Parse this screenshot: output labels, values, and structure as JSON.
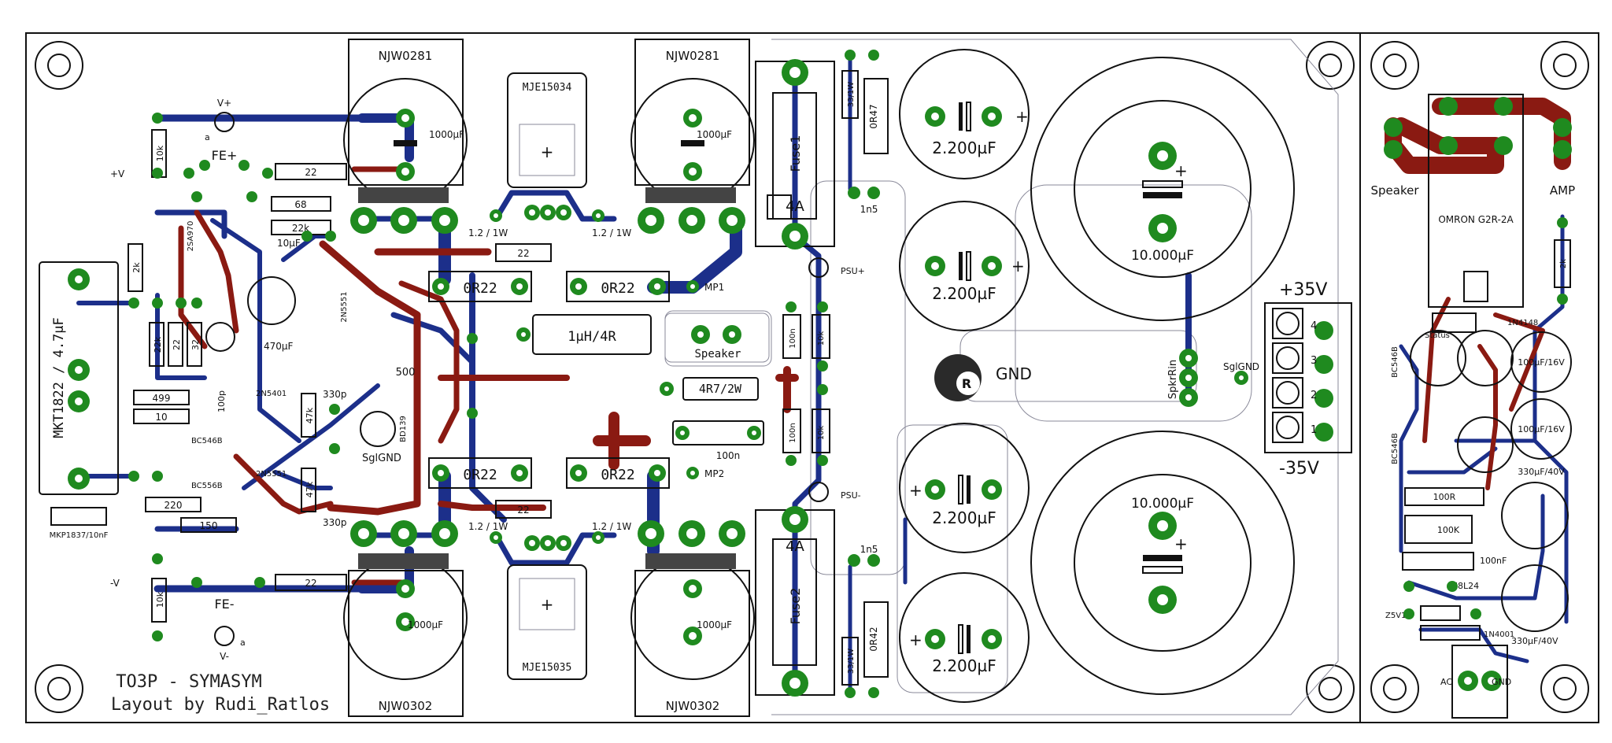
{
  "board": {
    "title_line1": "TO3P - SYMASYM",
    "title_line2": "Layout by Rudi_Ratlos"
  },
  "transistors": {
    "q_top_left": "NJW0281",
    "q_top_right": "NJW0281",
    "q_bot_left": "NJW0302",
    "q_bot_right": "NJW0302",
    "driver_top": "MJE15034",
    "driver_bot": "MJE15035"
  },
  "capacitors": {
    "c_1000_tl": "1000µF",
    "c_1000_tr": "1000µF",
    "c_1000_bl": "1000µF",
    "c_1000_br": "1000µF",
    "c_2200_1": "2.200µF",
    "c_2200_2": "2.200µF",
    "c_2200_3": "2.200µF",
    "c_2200_4": "2.200µF",
    "c_10000_top": "10.000µF",
    "c_10000_bot": "10.000µF",
    "mkt": "MKT1822 / 4.7µF",
    "mkp": "MKP1837/10nF",
    "c_100n_1": "100n",
    "c_100n_2": "100n",
    "c_100n_3": "100n",
    "c_1n5_top": "1n5",
    "c_1n5_bot": "1n5",
    "c_100p": "100p",
    "c_330p_1": "330p",
    "c_330p_2": "330p",
    "c_470u": "470µF",
    "c_10u": "10µF",
    "c_100u16_1": "100µF/16V",
    "c_100u16_2": "100µF/16V",
    "c_330u40_1": "330µF/40V",
    "c_330u40_2": "330µF/40V",
    "c_100nF": "100nF"
  },
  "resistors": {
    "r_22_top": "22",
    "r_22_bot": "22",
    "r_68": "68",
    "r_22k": "22k",
    "r_10k_1": "10k",
    "r_10k_2": "10k",
    "r_2k": "2k",
    "r_22k_v": "22k",
    "r_22": "22",
    "r_32": "32",
    "r_499": "499",
    "r_10": "10",
    "r_220": "220",
    "r_150": "150",
    "r_47k_1": "47k",
    "r_47k_2": "47k",
    "r_0r22_1": "0R22",
    "r_0r22_2": "0R22",
    "r_0r22_3": "0R22",
    "r_0r22_4": "0R22",
    "r_500": "500",
    "r_12_1": "1.2 / 1W",
    "r_12_2": "1.2 / 1W",
    "r_12_3": "1.2 / 1W",
    "r_12_4": "1.2 / 1W",
    "r_4r7": "4R7/2W",
    "r_0r47_top": "0R47",
    "r_0r47_bot": "0R42",
    "r_33_top": "33/1W",
    "r_33_bot": "33/1W",
    "r_10k_psu1": "10k",
    "r_10k_psu2": "10k",
    "r_2k_right": "2k",
    "r_100r": "100R",
    "r_100k": "100K"
  },
  "parts": {
    "inductor": "1µH/4R",
    "fuse1": "Fuse1",
    "fuse2": "Fuse2",
    "fuse1_val": "4A",
    "fuse2_val": "4A",
    "relay": "OMRON G2R-2A",
    "reg": "78L24",
    "zener": "Z5V1",
    "diode_1n4148": "1N4148",
    "diode_1n4001": "1N4001",
    "bc546_1": "BC546B",
    "bc546_2": "BC546B",
    "bc556": "BC556B",
    "bc546_3": "BC546B",
    "bd139": "BD139",
    "n2sa": "2SA970",
    "n5551": "2N5551",
    "n5401": "2N5401",
    "n2n5551b": "2N5551"
  },
  "connectors": {
    "v_plus": "V+",
    "v_minus": "V-",
    "plus_v": "+V",
    "minus_v": "-V",
    "fe_plus": "FE+",
    "fe_minus": "FE-",
    "a_top": "a",
    "a_bot": "a",
    "speaker": "Speaker",
    "speaker_r": "Speaker",
    "amp": "AMP",
    "psu_plus": "PSU+",
    "psu_minus": "PSU-",
    "mp1": "MP1",
    "mp2": "MP2",
    "sglgnd": "SglGND",
    "sglgnd2": "SglGND",
    "gnd": "GND",
    "spkrin": "SpkrRin",
    "v35p": "+35V",
    "v35m": "-35V",
    "term_4": "4",
    "term_3": "3",
    "term_2": "2",
    "term_1": "1",
    "status": "Status",
    "ac": "AC",
    "gnd_ac": "GND"
  },
  "colors": {
    "top_copper": "#1c2f8a",
    "bottom_copper": "#8a1a12",
    "pad": "#1f8a1f",
    "silk": "#111111"
  }
}
